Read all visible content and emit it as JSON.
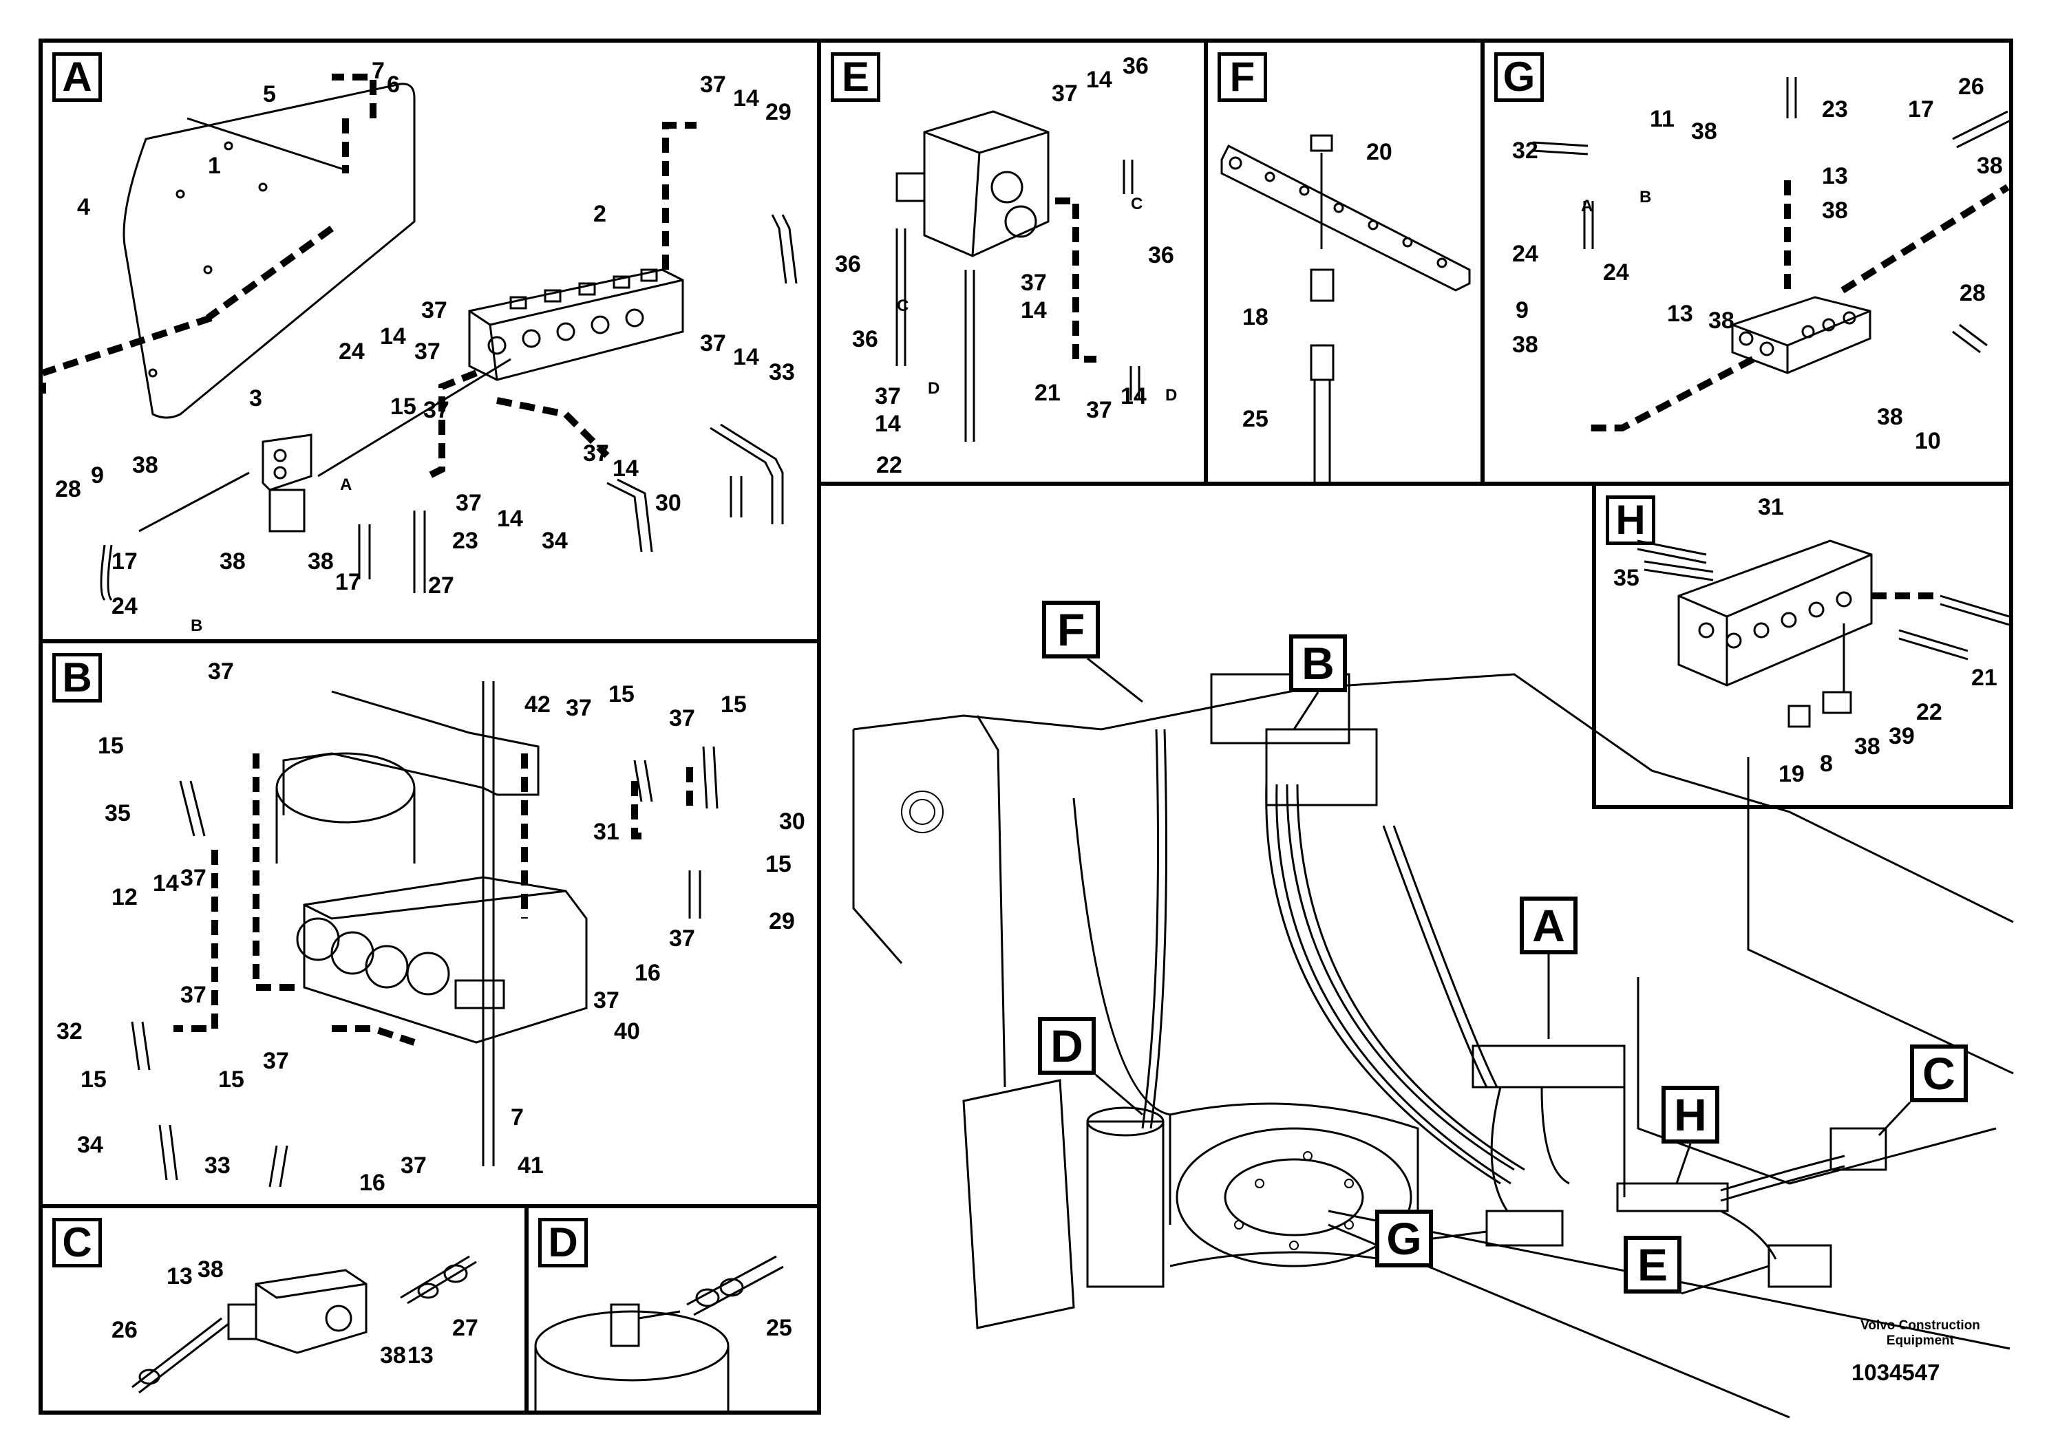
{
  "panels": {
    "A": {
      "letter": "A",
      "labels": [
        "5",
        "7",
        "6",
        "1",
        "4",
        "2",
        "37",
        "14",
        "29",
        "37",
        "24",
        "14",
        "37",
        "37",
        "14",
        "33",
        "3",
        "15",
        "37",
        "28",
        "9",
        "38",
        "37",
        "14",
        "A",
        "30",
        "23",
        "37",
        "14",
        "17",
        "38",
        "38",
        "17",
        "27",
        "34",
        "24",
        "B"
      ]
    },
    "B": {
      "letter": "B",
      "labels": [
        "37",
        "42",
        "37",
        "15",
        "37",
        "15",
        "15",
        "35",
        "31",
        "30",
        "12",
        "14",
        "37",
        "15",
        "29",
        "37",
        "16",
        "37",
        "32",
        "37",
        "40",
        "15",
        "37",
        "15",
        "7",
        "34",
        "33",
        "16",
        "37",
        "41"
      ]
    },
    "C": {
      "letter": "C",
      "labels": [
        "13",
        "38",
        "26",
        "38",
        "13",
        "27"
      ]
    },
    "D": {
      "letter": "D",
      "labels": [
        "25"
      ]
    },
    "E": {
      "letter": "E",
      "labels": [
        "37",
        "14",
        "36",
        "C",
        "36",
        "C",
        "36",
        "37",
        "14",
        "36",
        "21",
        "D",
        "37",
        "14",
        "D",
        "37",
        "14",
        "22"
      ]
    },
    "F": {
      "letter": "F",
      "labels": [
        "20",
        "18",
        "25"
      ]
    },
    "G": {
      "letter": "G",
      "labels": [
        "23",
        "26",
        "32",
        "11",
        "38",
        "17",
        "13",
        "38",
        "A",
        "B",
        "38",
        "24",
        "24",
        "13",
        "38",
        "28",
        "9",
        "38",
        "38",
        "10"
      ]
    },
    "H": {
      "letter": "H",
      "labels": [
        "31",
        "35",
        "21",
        "22",
        "38",
        "39",
        "19",
        "8"
      ]
    }
  },
  "overview": {
    "callouts": [
      "F",
      "B",
      "A",
      "D",
      "H",
      "C",
      "G",
      "E"
    ]
  },
  "footer": {
    "brand_line1": "Volvo Construction",
    "brand_line2": "Equipment",
    "doc_id": "1034547"
  }
}
